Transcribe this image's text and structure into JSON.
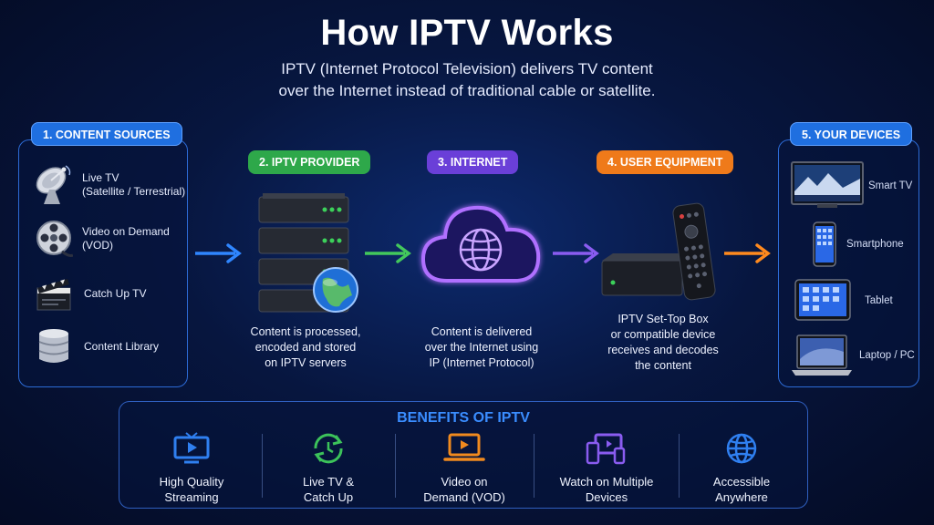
{
  "header": {
    "title": "How IPTV Works",
    "subtitle_line1": "IPTV (Internet Protocol Television) delivers TV content",
    "subtitle_line2": "over the Internet instead of traditional cable or satellite."
  },
  "steps": {
    "sources": {
      "label": "1. CONTENT SOURCES",
      "color": "#1f6fe0",
      "items": [
        {
          "line1": "Live TV",
          "line2": "(Satellite / Terrestrial)",
          "icon": "satellite-dish-icon"
        },
        {
          "line1": "Video on Demand",
          "line2": "(VOD)",
          "icon": "film-reel-icon"
        },
        {
          "line1": "Catch Up TV",
          "line2": "",
          "icon": "clapperboard-icon"
        },
        {
          "line1": "Content Library",
          "line2": "",
          "icon": "database-icon"
        }
      ]
    },
    "provider": {
      "label": "2. IPTV PROVIDER",
      "color": "#2ea84a",
      "desc": [
        "Content is processed,",
        "encoded and stored",
        "on IPTV servers"
      ]
    },
    "internet": {
      "label": "3. INTERNET",
      "color": "#6a3fd8",
      "desc": [
        "Content is delivered",
        "over the Internet using",
        "IP (Internet Protocol)"
      ]
    },
    "equipment": {
      "label": "4. USER EQUIPMENT",
      "color": "#ef7a1a",
      "desc": [
        "IPTV Set-Top Box",
        "or compatible device",
        "receives and decodes",
        "the content"
      ]
    },
    "devices": {
      "label": "5. YOUR DEVICES",
      "color": "#1f6fe0",
      "items": [
        {
          "label": "Smart TV",
          "icon": "smart-tv-icon"
        },
        {
          "label": "Smartphone",
          "icon": "smartphone-icon"
        },
        {
          "label": "Tablet",
          "icon": "tablet-icon"
        },
        {
          "label": "Laptop / PC",
          "icon": "laptop-icon"
        }
      ]
    }
  },
  "benefits": {
    "title": "BENEFITS OF IPTV",
    "items": [
      {
        "line1": "High Quality",
        "line2": "Streaming",
        "icon": "tv-play-icon",
        "color": "#2f7ff0"
      },
      {
        "line1": "Live TV &",
        "line2": "Catch Up",
        "icon": "refresh-clock-icon",
        "color": "#3cc25a"
      },
      {
        "line1": "Video on",
        "line2": "Demand (VOD)",
        "icon": "laptop-play-icon",
        "color": "#f08a1e"
      },
      {
        "line1": "Watch on Multiple",
        "line2": "Devices",
        "icon": "multi-device-icon",
        "color": "#8a5cf0"
      },
      {
        "line1": "Accessible",
        "line2": "Anywhere",
        "icon": "globe-icon",
        "color": "#2f7ff0"
      }
    ]
  },
  "colors": {
    "arrow_blue": "#2f86ff",
    "arrow_green": "#43c85c",
    "arrow_purple": "#8a5cf0",
    "arrow_orange": "#ff8a1e",
    "panel_border": "#2c6bd6"
  }
}
